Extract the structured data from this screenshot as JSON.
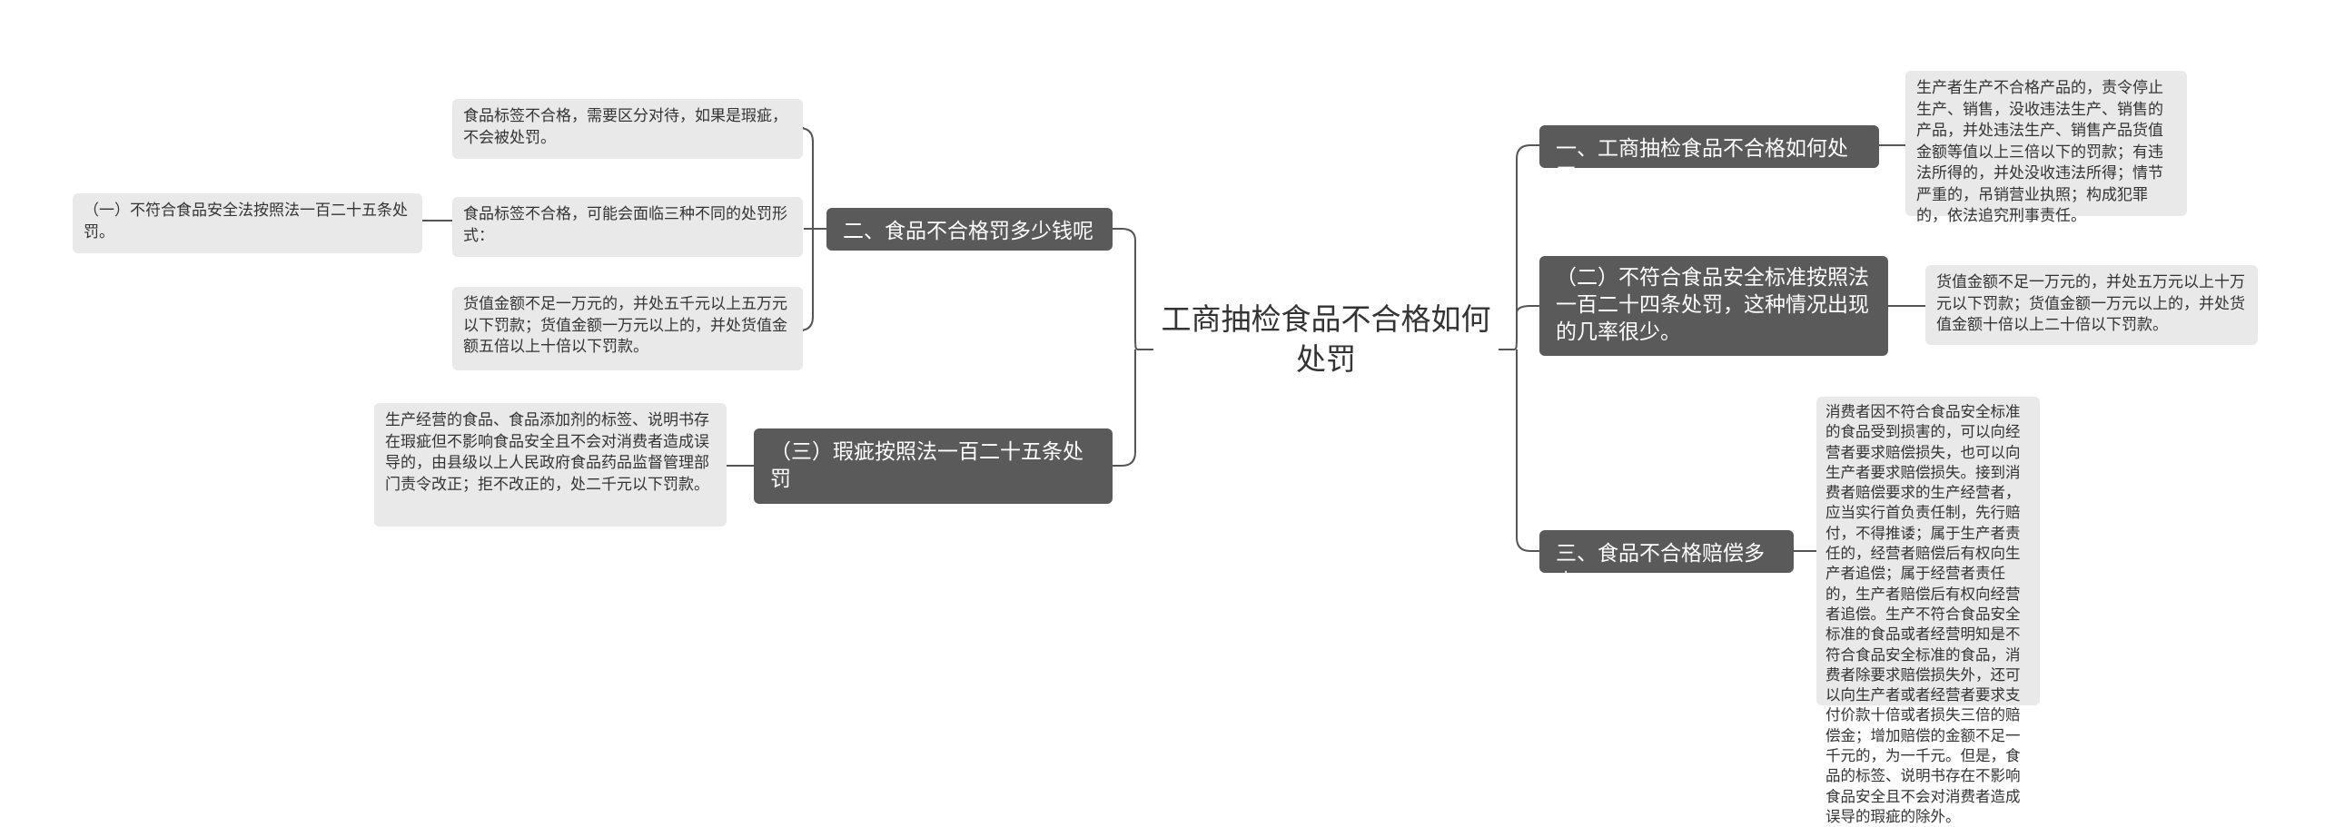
{
  "root": {
    "title": "工商抽检食品不合格如何处罚"
  },
  "right": [
    {
      "label": "一、工商抽检食品不合格如何处罚",
      "detail": "生产者生产不合格产品的，责令停止生产、销售，没收违法生产、销售的产品，并处违法生产、销售产品货值金额等值以上三倍以下的罚款；有违法所得的，并处没收违法所得；情节严重的，吊销营业执照；构成犯罪的，依法追究刑事责任。"
    },
    {
      "label": "（二）不符合食品安全标准按照法一百二十四条处罚，这种情况出现的几率很少。",
      "detail": "货值金额不足一万元的，并处五万元以上十万元以下罚款；货值金额一万元以上的，并处货值金额十倍以上二十倍以下罚款。"
    },
    {
      "label": "三、食品不合格赔偿多少",
      "detail": "消费者因不符合食品安全标准的食品受到损害的，可以向经营者要求赔偿损失，也可以向生产者要求赔偿损失。接到消费者赔偿要求的生产经营者，应当实行首负责任制，先行赔付，不得推诿；属于生产者责任的，经营者赔偿后有权向生产者追偿；属于经营者责任的，生产者赔偿后有权向经营者追偿。生产不符合食品安全标准的食品或者经营明知是不符合食品安全标准的食品，消费者除要求赔偿损失外，还可以向生产者或者经营者要求支付价款十倍或者损失三倍的赔偿金；增加赔偿的金额不足一千元的，为一千元。但是，食品的标签、说明书存在不影响食品安全且不会对消费者造成误导的瑕疵的除外。"
    }
  ],
  "left": [
    {
      "label": "二、食品不合格罚多少钱呢",
      "children": [
        {
          "text": "食品标签不合格，需要区分对待，如果是瑕疵，不会被处罚。"
        },
        {
          "text": "食品标签不合格，可能会面临三种不同的处罚形式：",
          "child": "（一）不符合食品安全法按照法一百二十五条处罚。"
        },
        {
          "text": "货值金额不足一万元的，并处五千元以上五万元以下罚款；货值金额一万元以上的，并处货值金额五倍以上十倍以下罚款。"
        }
      ]
    },
    {
      "label": "（三）瑕疵按照法一百二十五条处罚",
      "detail": "生产经营的食品、食品添加剂的标签、说明书存在瑕疵但不影响食品安全且不会对消费者造成误导的，由县级以上人民政府食品药品监督管理部门责令改正；拒不改正的，处二千元以下罚款。"
    }
  ],
  "colors": {
    "branch_bg": "#5a5a5a",
    "leaf_bg": "#e9e9e9",
    "line": "#555555"
  }
}
